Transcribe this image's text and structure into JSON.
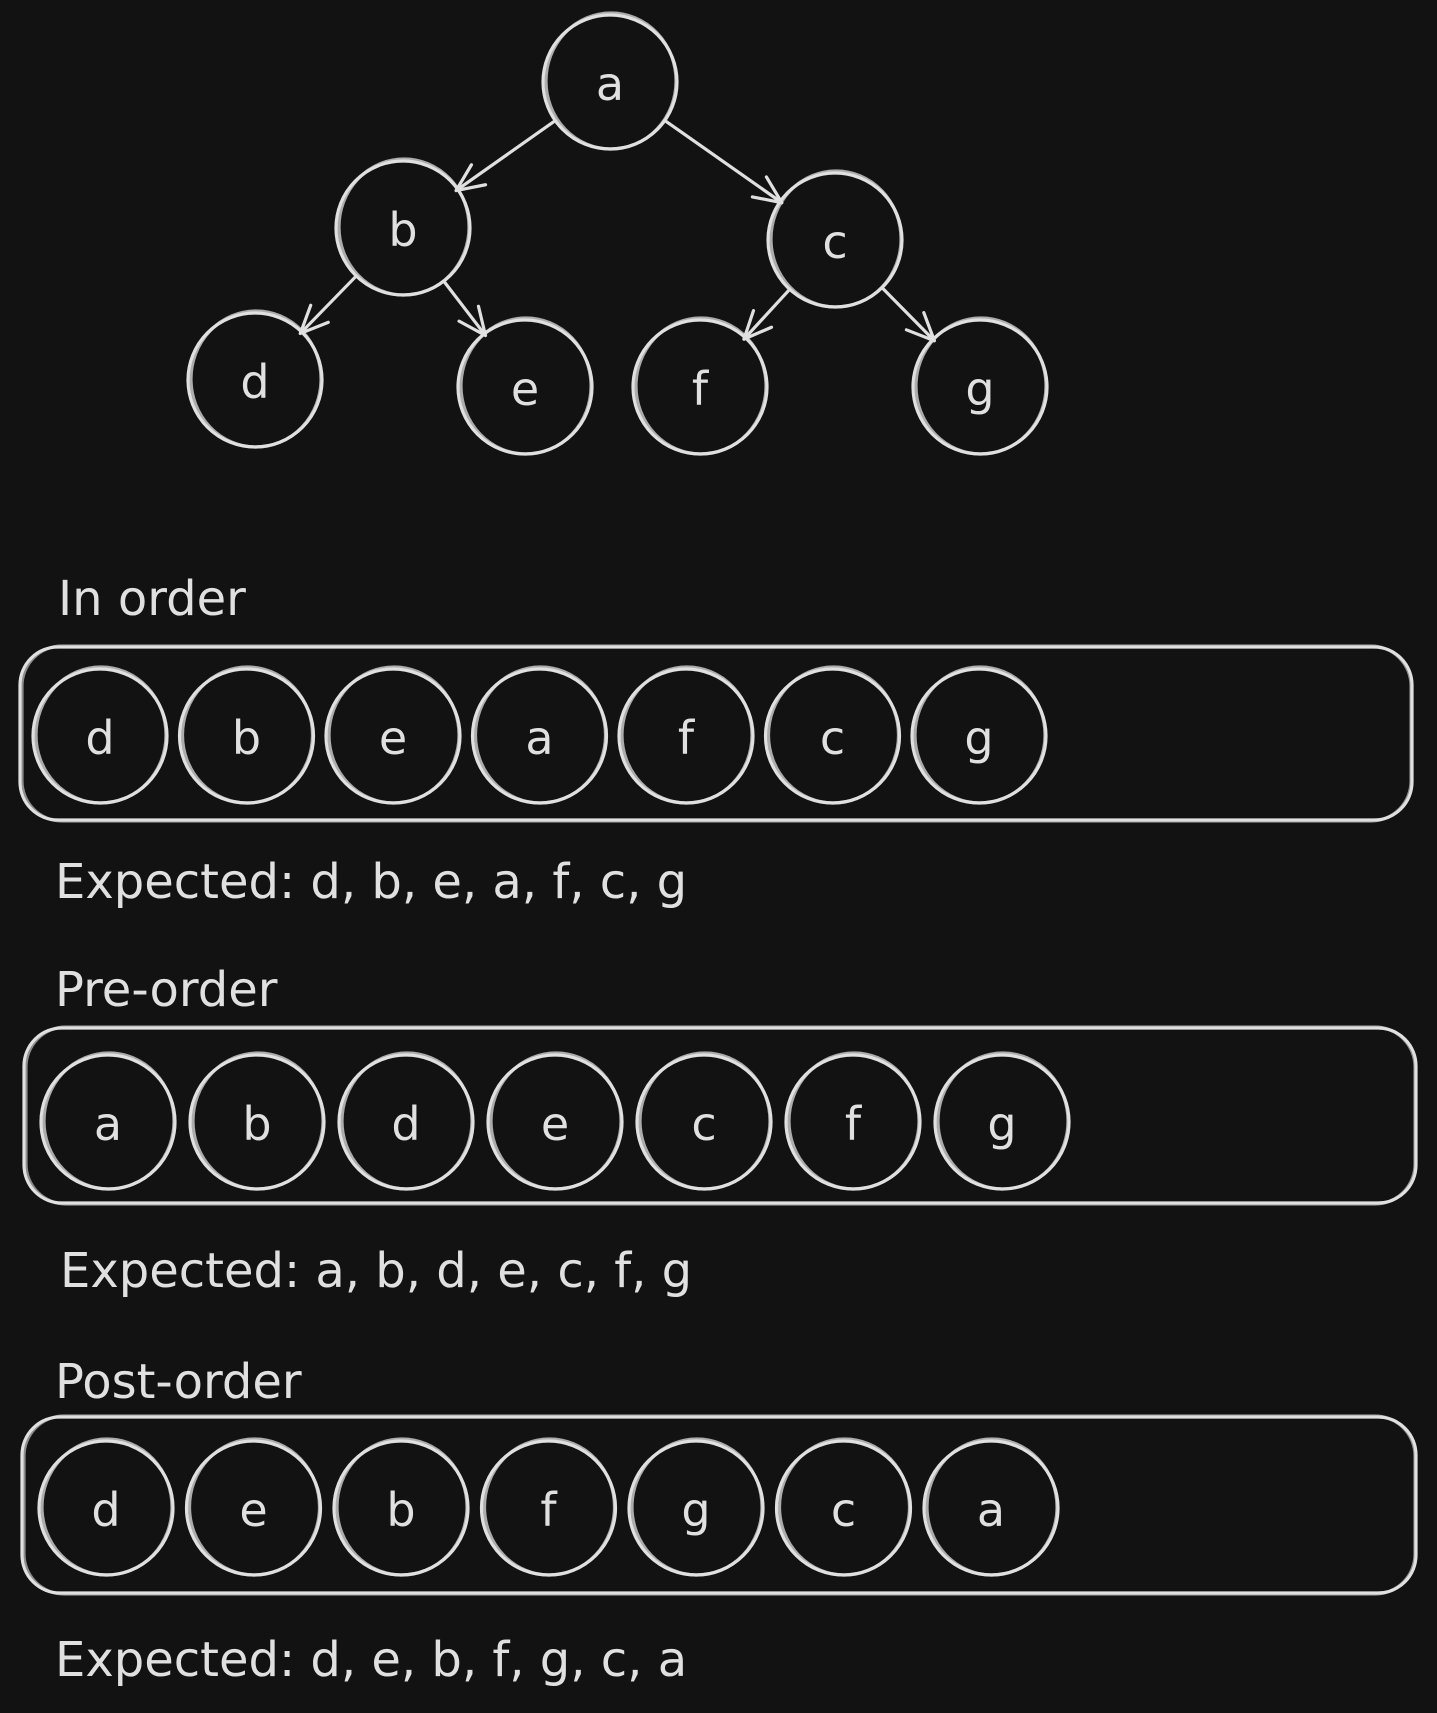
{
  "tree": {
    "nodes": [
      {
        "id": "a",
        "label": "a"
      },
      {
        "id": "b",
        "label": "b"
      },
      {
        "id": "c",
        "label": "c"
      },
      {
        "id": "d",
        "label": "d"
      },
      {
        "id": "e",
        "label": "e"
      },
      {
        "id": "f",
        "label": "f"
      },
      {
        "id": "g",
        "label": "g"
      }
    ],
    "edges": [
      {
        "from": "a",
        "to": "b"
      },
      {
        "from": "a",
        "to": "c"
      },
      {
        "from": "b",
        "to": "d"
      },
      {
        "from": "b",
        "to": "e"
      },
      {
        "from": "c",
        "to": "f"
      },
      {
        "from": "c",
        "to": "g"
      }
    ]
  },
  "traversals": [
    {
      "id": "in-order",
      "title": "In order",
      "sequence": [
        "d",
        "b",
        "e",
        "a",
        "f",
        "c",
        "g"
      ],
      "expected": "Expected: d, b, e, a, f, c, g"
    },
    {
      "id": "pre-order",
      "title": "Pre-order",
      "sequence": [
        "a",
        "b",
        "d",
        "e",
        "c",
        "f",
        "g"
      ],
      "expected": "Expected: a, b, d, e, c, f, g"
    },
    {
      "id": "post-order",
      "title": "Post-order",
      "sequence": [
        "d",
        "e",
        "b",
        "f",
        "g",
        "c",
        "a"
      ],
      "expected": "Expected: d, e, b, f, g, c, a"
    }
  ],
  "colors": {
    "background": "#121212",
    "stroke": "#e0e0e0"
  }
}
